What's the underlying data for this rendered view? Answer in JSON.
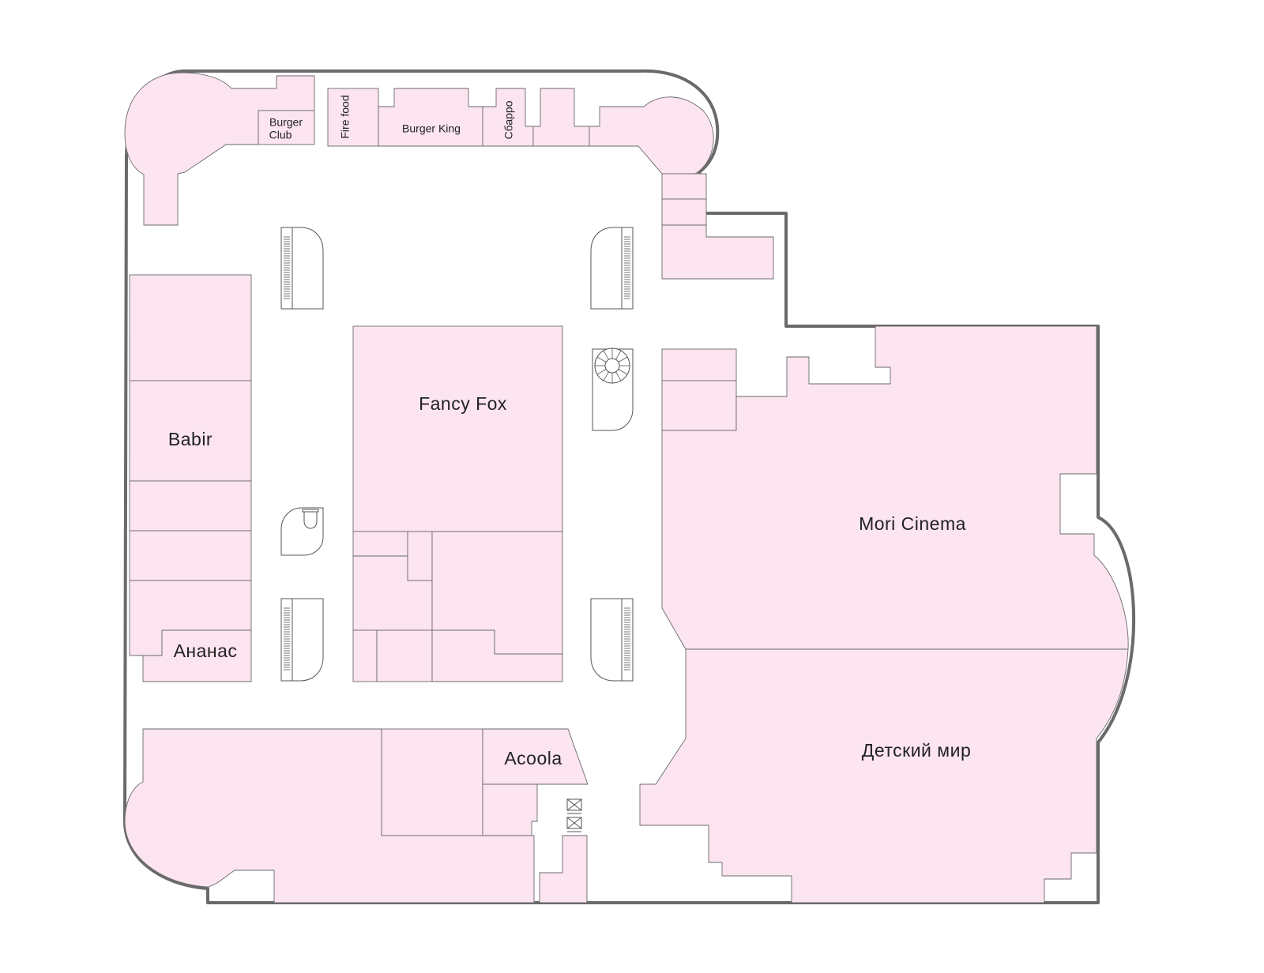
{
  "map": {
    "stores": {
      "burger_club": [
        "Burger",
        "Club"
      ],
      "fire_food": "Fire food",
      "burger_king": "Burger King",
      "sbarro": "Сбарро",
      "babir": "Babir",
      "fancy_fox": "Fancy Fox",
      "mori_cinema": "Mori Cinema",
      "ananas": "Ананас",
      "acoola": "Acoola",
      "detsky_mir": "Детский мир"
    },
    "colors": {
      "store_fill": "#fce4f0",
      "outline": "#6a6a6a",
      "corridor": "#ffffff"
    },
    "icons": [
      "escalator-icon",
      "spiral-staircase-icon",
      "elevator-icon",
      "toilet-icon"
    ]
  }
}
